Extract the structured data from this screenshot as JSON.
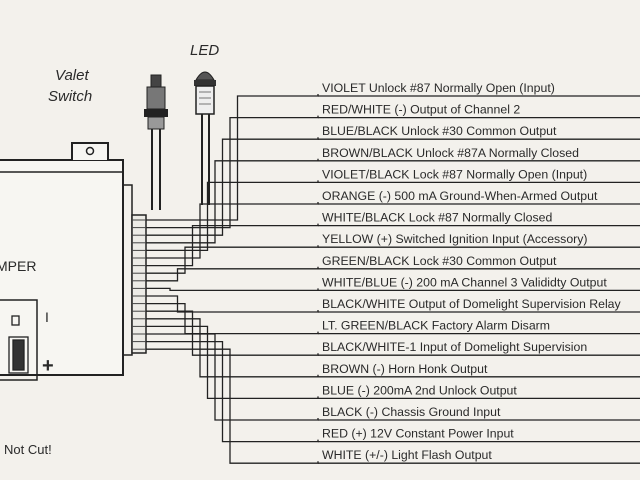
{
  "labels": {
    "led": "LED",
    "valet_line1": "Valet",
    "valet_line2": "Switch",
    "jumper": "MPER",
    "box_i": "I",
    "box_plus": "+",
    "not_cut": "Not Cut!"
  },
  "wires": [
    "VIOLET Unlock #87 Normally Open (Input)",
    "RED/WHITE (-) Output of Channel 2",
    "BLUE/BLACK Unlock #30 Common Output",
    "BROWN/BLACK Unlock #87A Normally Closed",
    "VIOLET/BLACK Lock #87 Normally Open (Input)",
    "ORANGE (-) 500 mA Ground-When-Armed Output",
    "WHITE/BLACK Lock #87 Normally Closed",
    "YELLOW (+) Switched Ignition Input (Accessory)",
    "GREEN/BLACK Lock #30 Common Output",
    "WHITE/BLUE (-) 200 mA Channel 3 Valididty Output",
    "BLACK/WHITE Output of Domelight Supervision Relay",
    "LT. GREEN/BLACK Factory Alarm Disarm",
    "BLACK/WHITE-1 Input of Domelight Supervision",
    "BROWN (-) Horn Honk Output",
    "BLUE (-) 200mA 2nd Unlock Output",
    "BLACK (-) Chassis Ground Input",
    "RED (+) 12V Constant Power Input",
    "WHITE (+/-) Light Flash Output"
  ]
}
